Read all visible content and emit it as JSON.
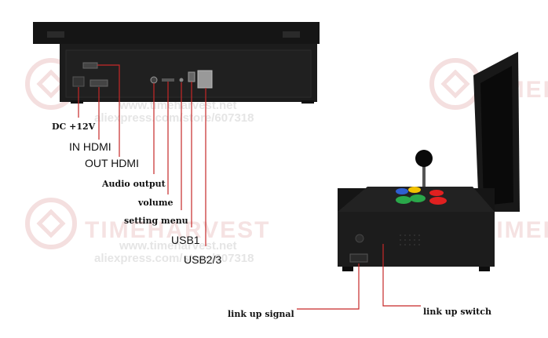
{
  "labels": {
    "dc": "DC +12V",
    "in_hdmi": "IN HDMI",
    "out_hdmi": "OUT HDMI",
    "audio": "Audio output",
    "volume": "volume",
    "setting": "setting menu",
    "usb1": "USB1",
    "usb23": "USB2/3",
    "link_signal": "link up signal",
    "link_switch": "link up switch"
  },
  "watermark": {
    "brand": "TIMEHARVEST",
    "site": "www.timeharvest.net",
    "store": "aliexpress.com/store/607318"
  },
  "colors": {
    "callout_line": "#c62828",
    "device_body": "#1c1c1c",
    "button_blue": "#2e5fd1",
    "button_yellow": "#f2c200",
    "button_green": "#2aa84a",
    "button_red": "#e02020"
  }
}
